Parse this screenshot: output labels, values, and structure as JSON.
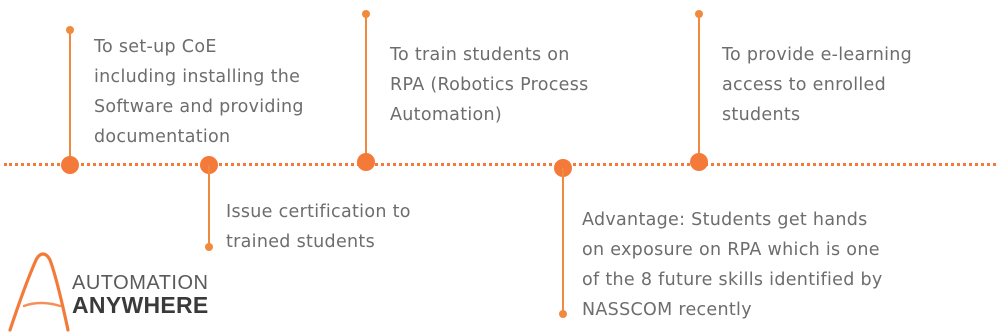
{
  "milestones": [
    {
      "text": "To set-up CoE\nincluding installing the\nSoftware and providing\ndocumentation"
    },
    {
      "text": "Issue certification to\ntrained students"
    },
    {
      "text": "To train students on\nRPA (Robotics Process\nAutomation)"
    },
    {
      "text": "Advantage: Students get hands\non exposure on RPA which is one\nof the 8 future skills identified by\nNASSCOM recently"
    },
    {
      "text": "To provide e-learning\naccess to enrolled\nstudents"
    }
  ],
  "logo": {
    "line1": "AUTOMATION",
    "line2": "ANYWHERE"
  },
  "colors": {
    "accent": "#f47a3a",
    "text": "#6d6d6d"
  }
}
